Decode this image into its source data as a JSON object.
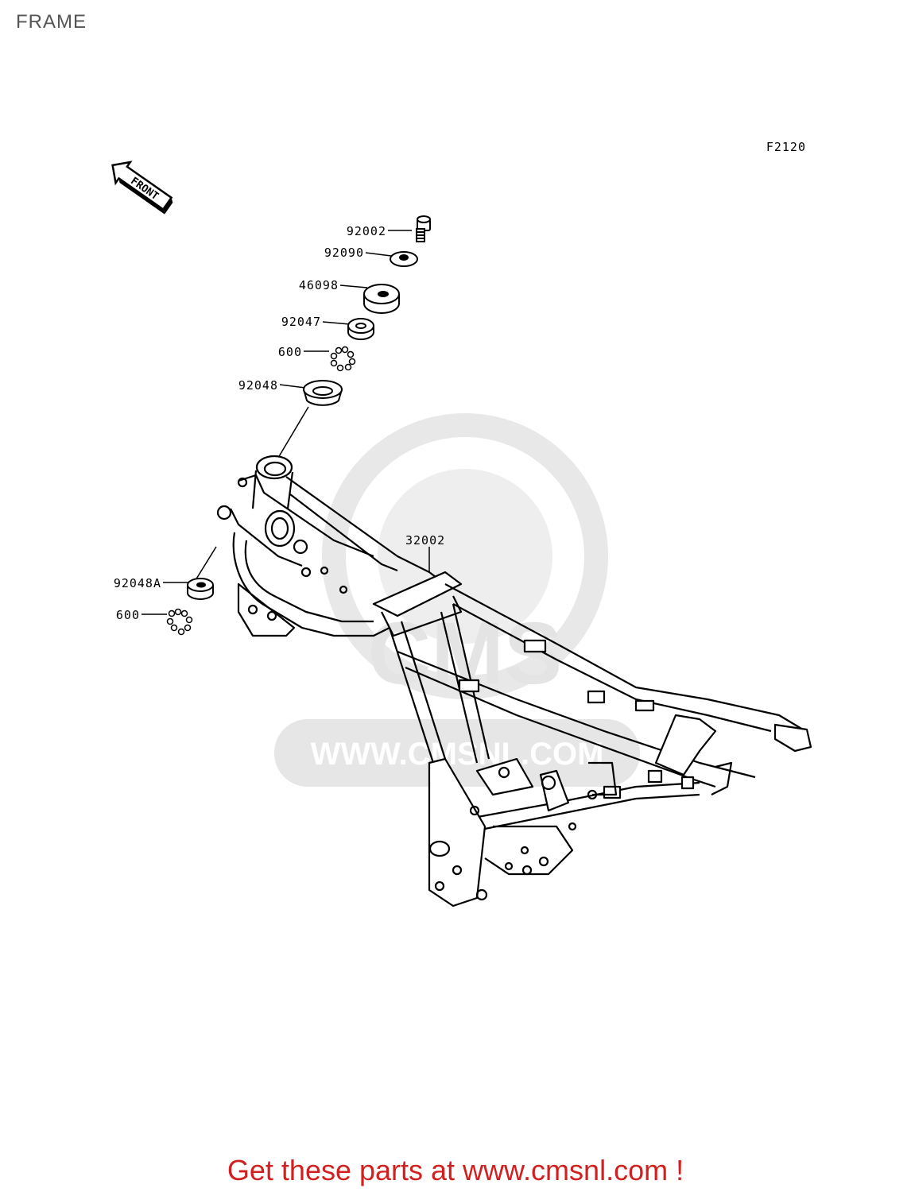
{
  "page": {
    "title": "FRAME"
  },
  "diagram": {
    "code": "F2120",
    "front_arrow_label": "FRONT",
    "watermark_text": "WWW.CMSNL.COM",
    "watermark_logo_text": "CMS",
    "callouts": [
      {
        "id": "c-92002",
        "label": "92002"
      },
      {
        "id": "c-92090",
        "label": "92090"
      },
      {
        "id": "c-46098",
        "label": "46098"
      },
      {
        "id": "c-92047",
        "label": "92047"
      },
      {
        "id": "c-600-top",
        "label": "600"
      },
      {
        "id": "c-92048",
        "label": "92048"
      },
      {
        "id": "c-32002",
        "label": "32002"
      },
      {
        "id": "c-92048A",
        "label": "92048A"
      },
      {
        "id": "c-600-bottom",
        "label": "600"
      }
    ]
  },
  "footer": {
    "cta": "Get these parts at www.cmsnl.com !"
  },
  "colors": {
    "cta": "#d21f1f",
    "watermark": "#e6e6e6",
    "line": "#000000",
    "title": "#555555"
  }
}
